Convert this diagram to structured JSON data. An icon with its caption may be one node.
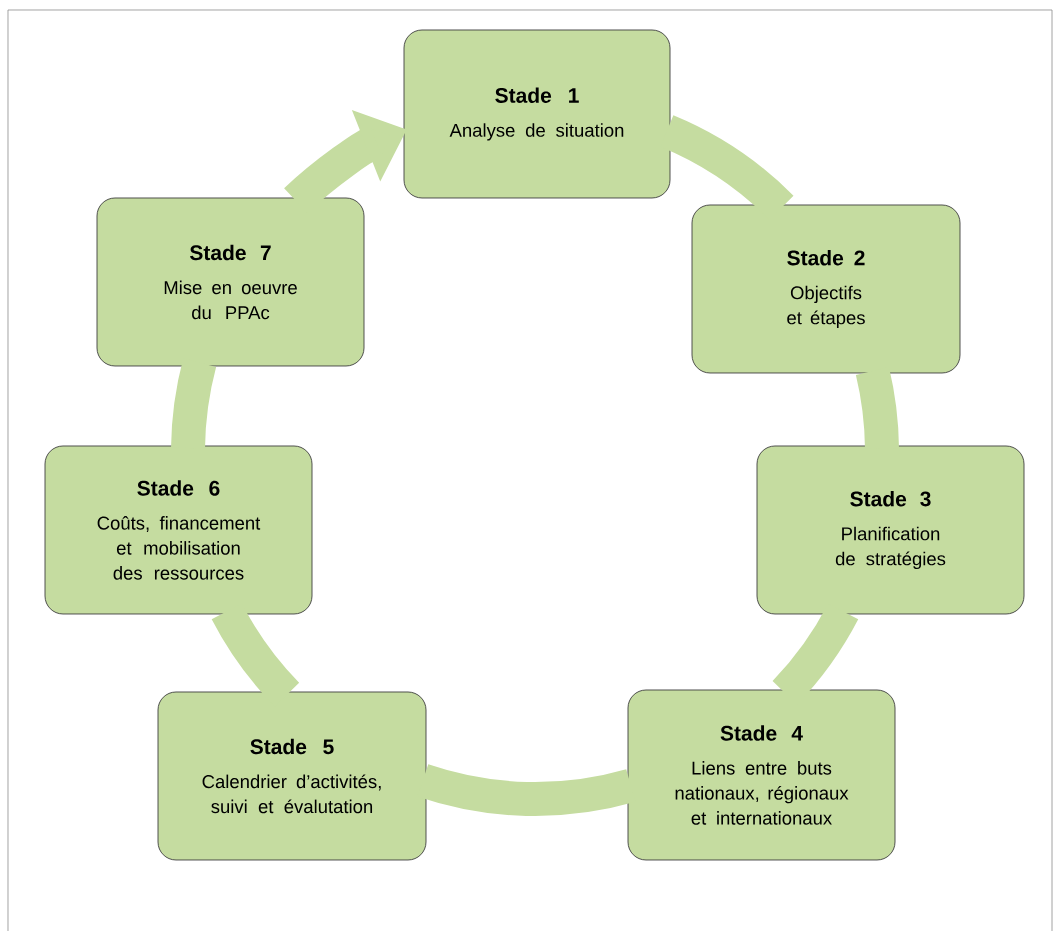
{
  "diagram": {
    "nodes": [
      {
        "text": [
          "Stade 1",
          "Analyse de situation"
        ]
      },
      {
        "text": [
          "Stade 2",
          "Objectifs et étapes"
        ]
      },
      {
        "text": [
          "Stade 3",
          "Planification de stratégies"
        ]
      },
      {
        "text": [
          "Stade 4",
          "Liens entre buts nationaux, régionaux et internationaux"
        ]
      },
      {
        "text": [
          "Stade 5",
          "Calendrier d’activités, suivi et évalutation"
        ]
      },
      {
        "text": [
          "Stade 6",
          "Coûts, financement et mobilisation des ressources"
        ]
      },
      {
        "text": [
          "Stade 7",
          "Mise en oeuvre du PPAc"
        ]
      }
    ],
    "edges": [
      {
        "from": 0,
        "to": 1,
        "arrow": "none"
      },
      {
        "from": 1,
        "to": 2,
        "arrow": "none"
      },
      {
        "from": 2,
        "to": 3,
        "arrow": "none"
      },
      {
        "from": 3,
        "to": 4,
        "arrow": "none"
      },
      {
        "from": 4,
        "to": 5,
        "arrow": "none"
      },
      {
        "from": 5,
        "to": 6,
        "arrow": "none"
      },
      {
        "from": 6,
        "to": 0,
        "arrow": "to"
      }
    ]
  }
}
